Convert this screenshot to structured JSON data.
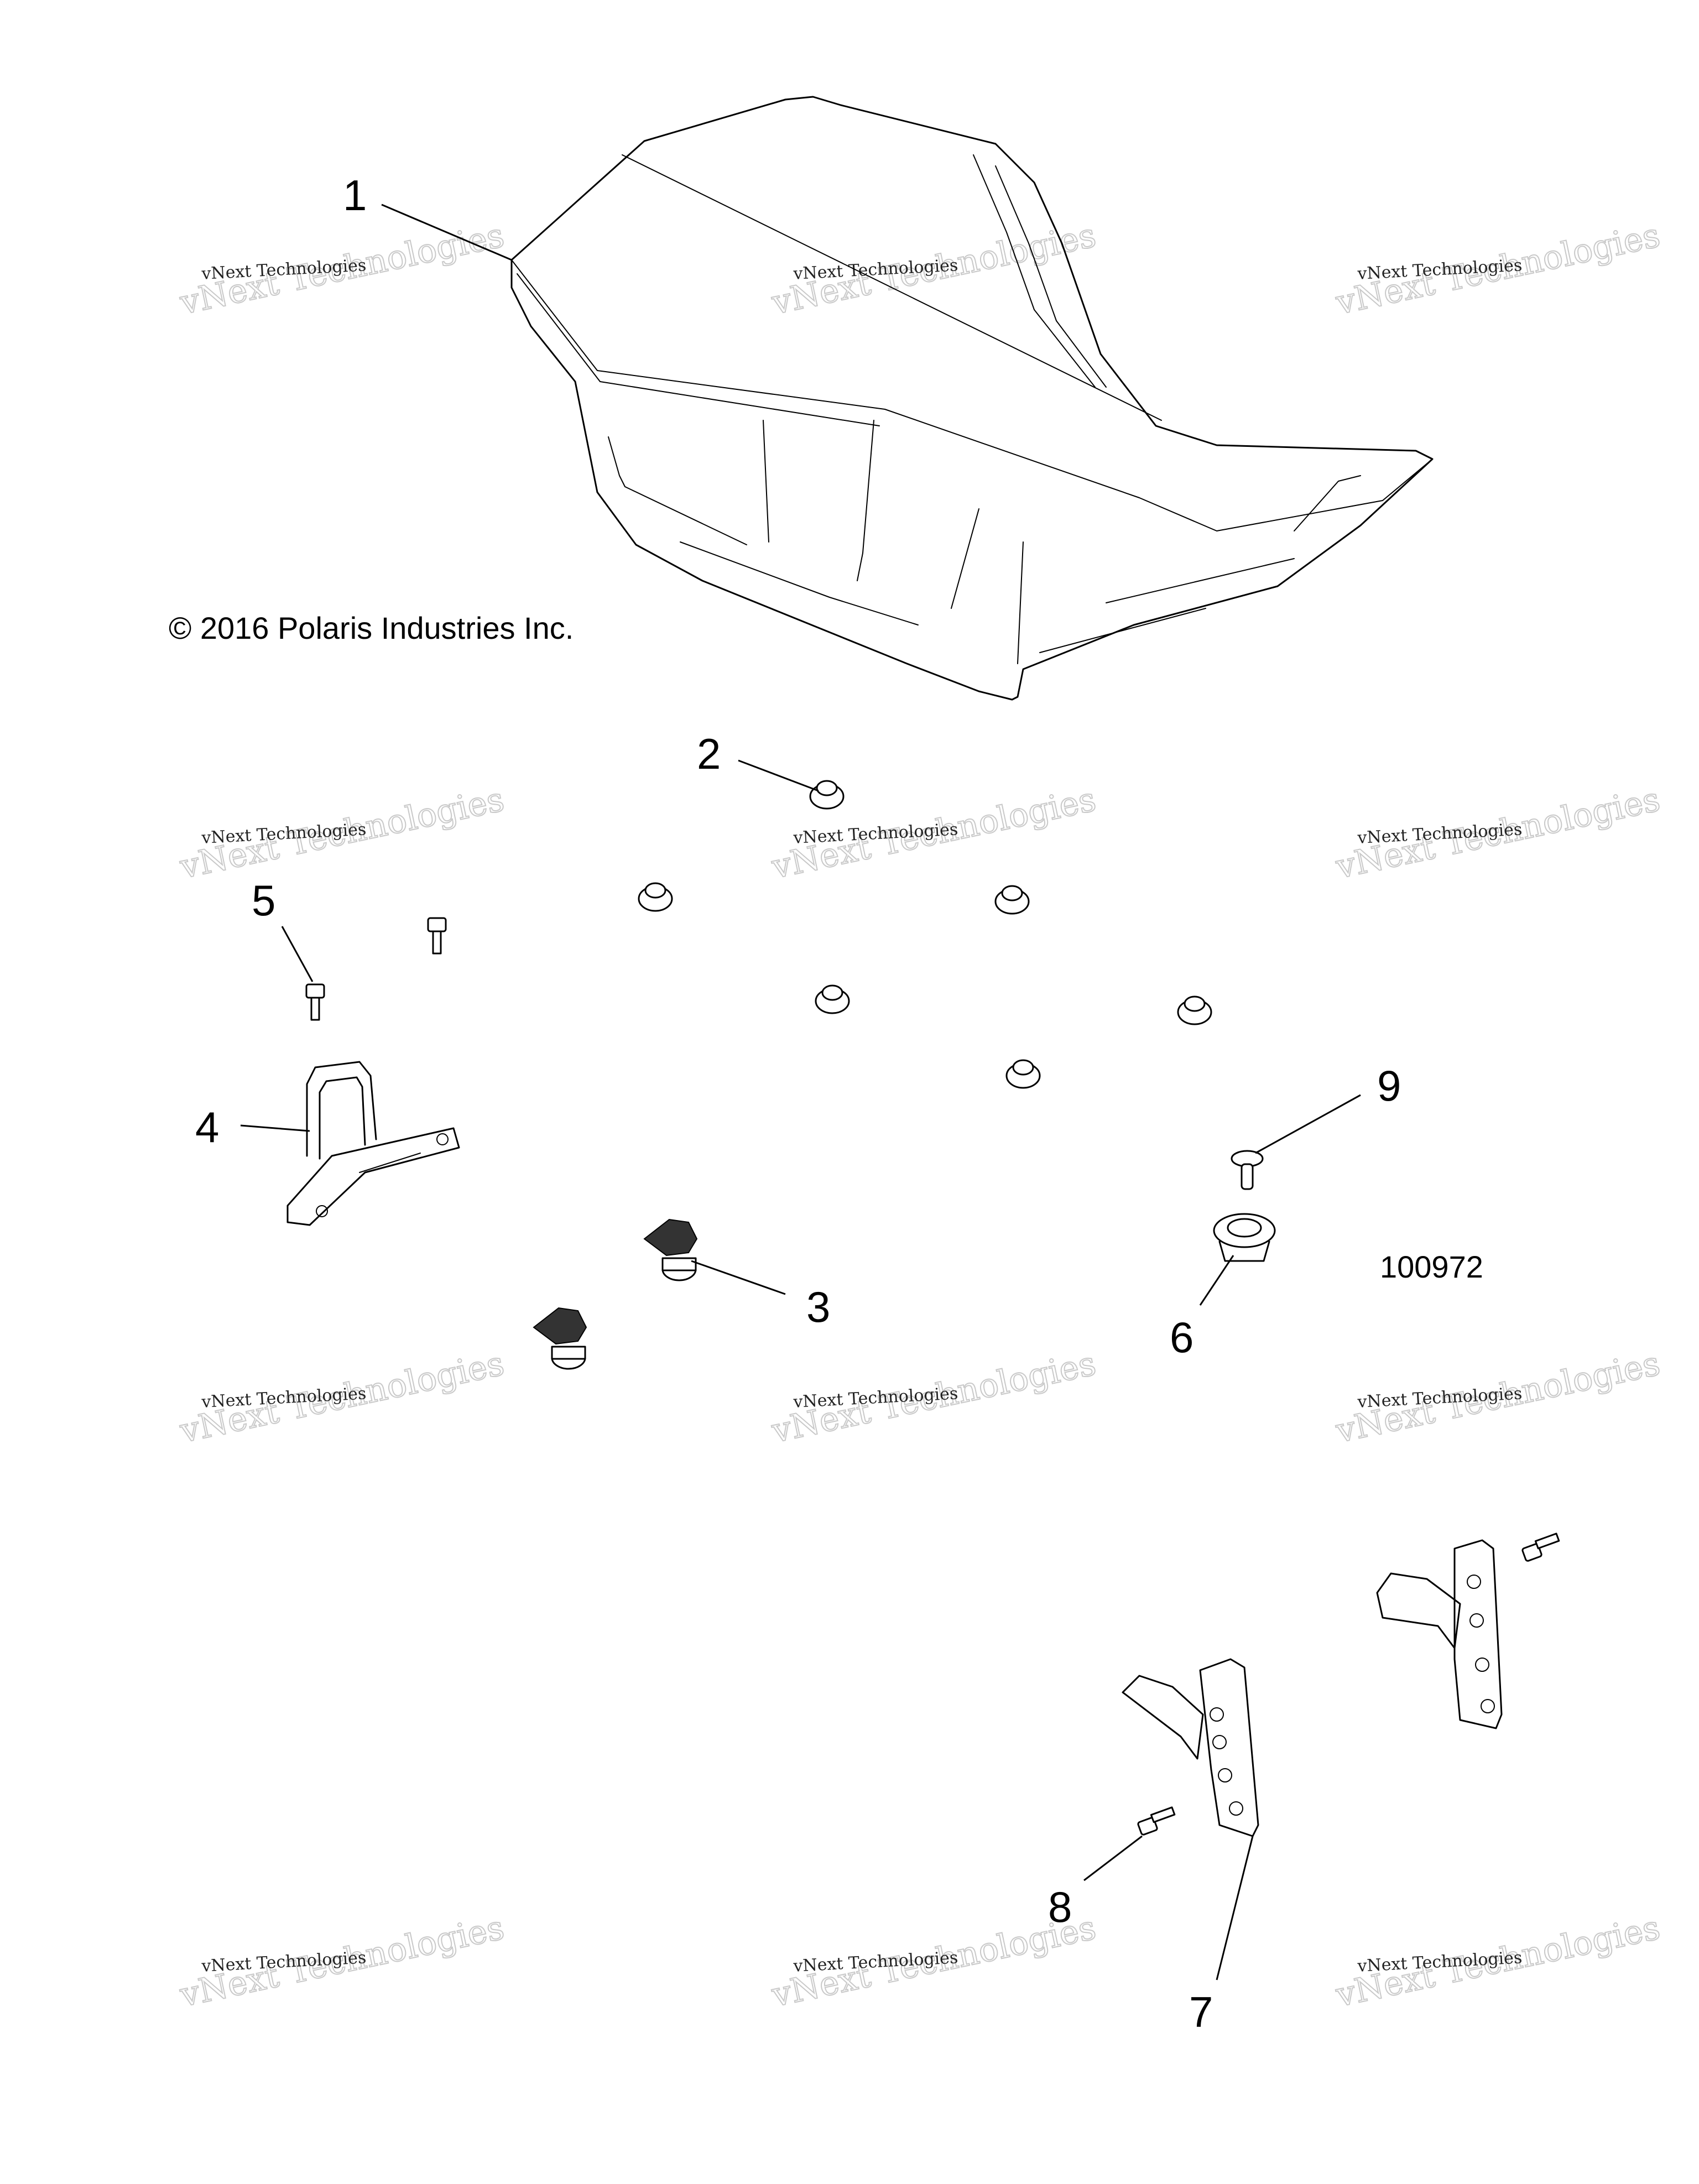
{
  "copyright": "© 2016 Polaris Industries Inc.",
  "figure_number": "100972",
  "callouts": [
    "1",
    "2",
    "3",
    "4",
    "5",
    "6",
    "7",
    "8",
    "9"
  ],
  "watermark": {
    "line1": "vNext Technologies",
    "line2": "vNext Technologies"
  }
}
